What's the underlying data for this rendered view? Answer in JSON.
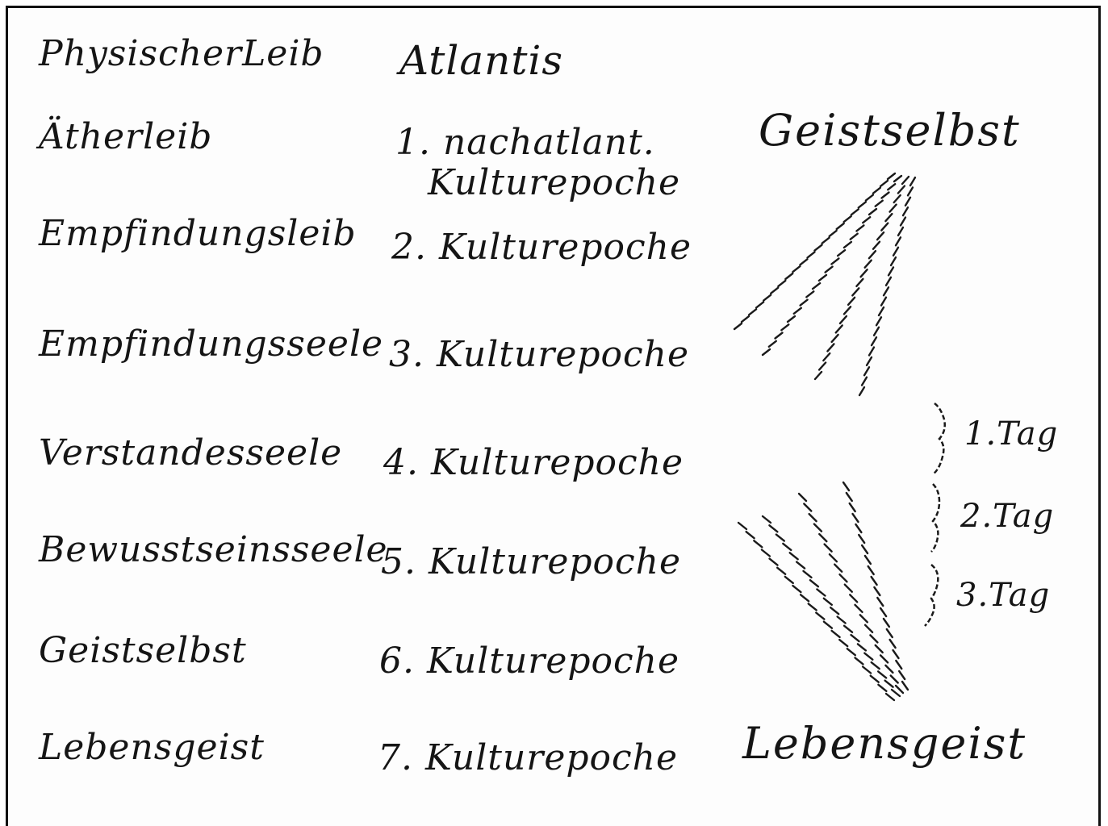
{
  "left_column": [
    "PhysischerLeib",
    "Ätherleib",
    "Empfindungsleib",
    "Empfindungsseele",
    "Verstandesseele",
    "Bewusstseinsseele",
    "Geistselbst",
    "Lebensgeist"
  ],
  "middle_column": [
    "Atlantis",
    "1. nachatlant.",
    "Kulturepoche",
    "2. Kulturepoche",
    "3. Kulturepoche",
    "4. Kulturepoche",
    "5. Kulturepoche",
    "6. Kulturepoche",
    "7. Kulturepoche"
  ],
  "right_column": {
    "top_label": "Geistselbst",
    "bottom_label": "Lebensgeist",
    "days": [
      "1.Tag",
      "2.Tag",
      "3.Tag"
    ]
  },
  "colors": {
    "ink": "#151515",
    "paper": "#fdfdfd",
    "frame": "#111111"
  }
}
